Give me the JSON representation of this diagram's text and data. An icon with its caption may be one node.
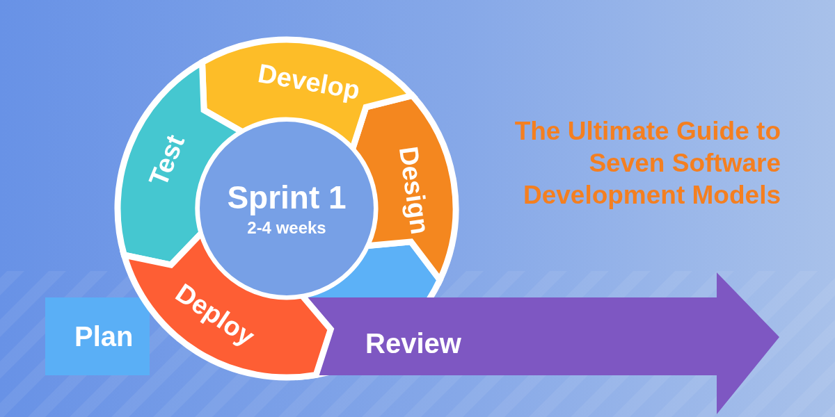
{
  "diagram": {
    "title": "The Ultimate Guide to Seven Software Development Models",
    "nodes": [
      {
        "text": [
          "Develop"
        ]
      },
      {
        "text": [
          "Design"
        ]
      },
      {
        "text": [],
        "shape": "arc"
      },
      {
        "text": [
          "Deploy"
        ]
      },
      {
        "text": [
          "Test"
        ]
      },
      {
        "text": [
          "Sprint 1",
          "2-4 weeks"
        ]
      },
      {
        "text": [
          "Plan"
        ]
      },
      {
        "text": [
          "Review"
        ]
      }
    ]
  }
}
